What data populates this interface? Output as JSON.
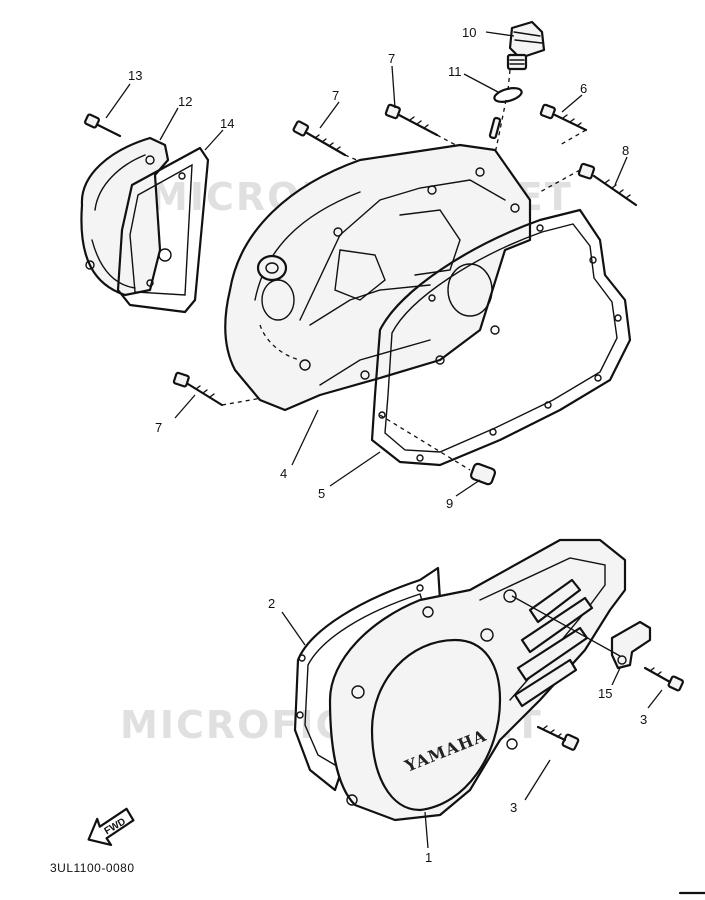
{
  "watermark": "MICROFICHES.NET",
  "cover_brand": "YAMAHA",
  "direction_arrow": "FWD",
  "diagram_code": "3UL1100-0080",
  "callouts": [
    {
      "id": "c1",
      "label": "1"
    },
    {
      "id": "c2",
      "label": "2"
    },
    {
      "id": "c3a",
      "label": "3"
    },
    {
      "id": "c3b",
      "label": "3"
    },
    {
      "id": "c4",
      "label": "4"
    },
    {
      "id": "c5",
      "label": "5"
    },
    {
      "id": "c6",
      "label": "6"
    },
    {
      "id": "c7a",
      "label": "7"
    },
    {
      "id": "c7b",
      "label": "7"
    },
    {
      "id": "c7c",
      "label": "7"
    },
    {
      "id": "c8",
      "label": "8"
    },
    {
      "id": "c9",
      "label": "9"
    },
    {
      "id": "c10",
      "label": "10"
    },
    {
      "id": "c11",
      "label": "11"
    },
    {
      "id": "c12",
      "label": "12"
    },
    {
      "id": "c13",
      "label": "13"
    },
    {
      "id": "c14",
      "label": "14"
    },
    {
      "id": "c15",
      "label": "15"
    }
  ]
}
